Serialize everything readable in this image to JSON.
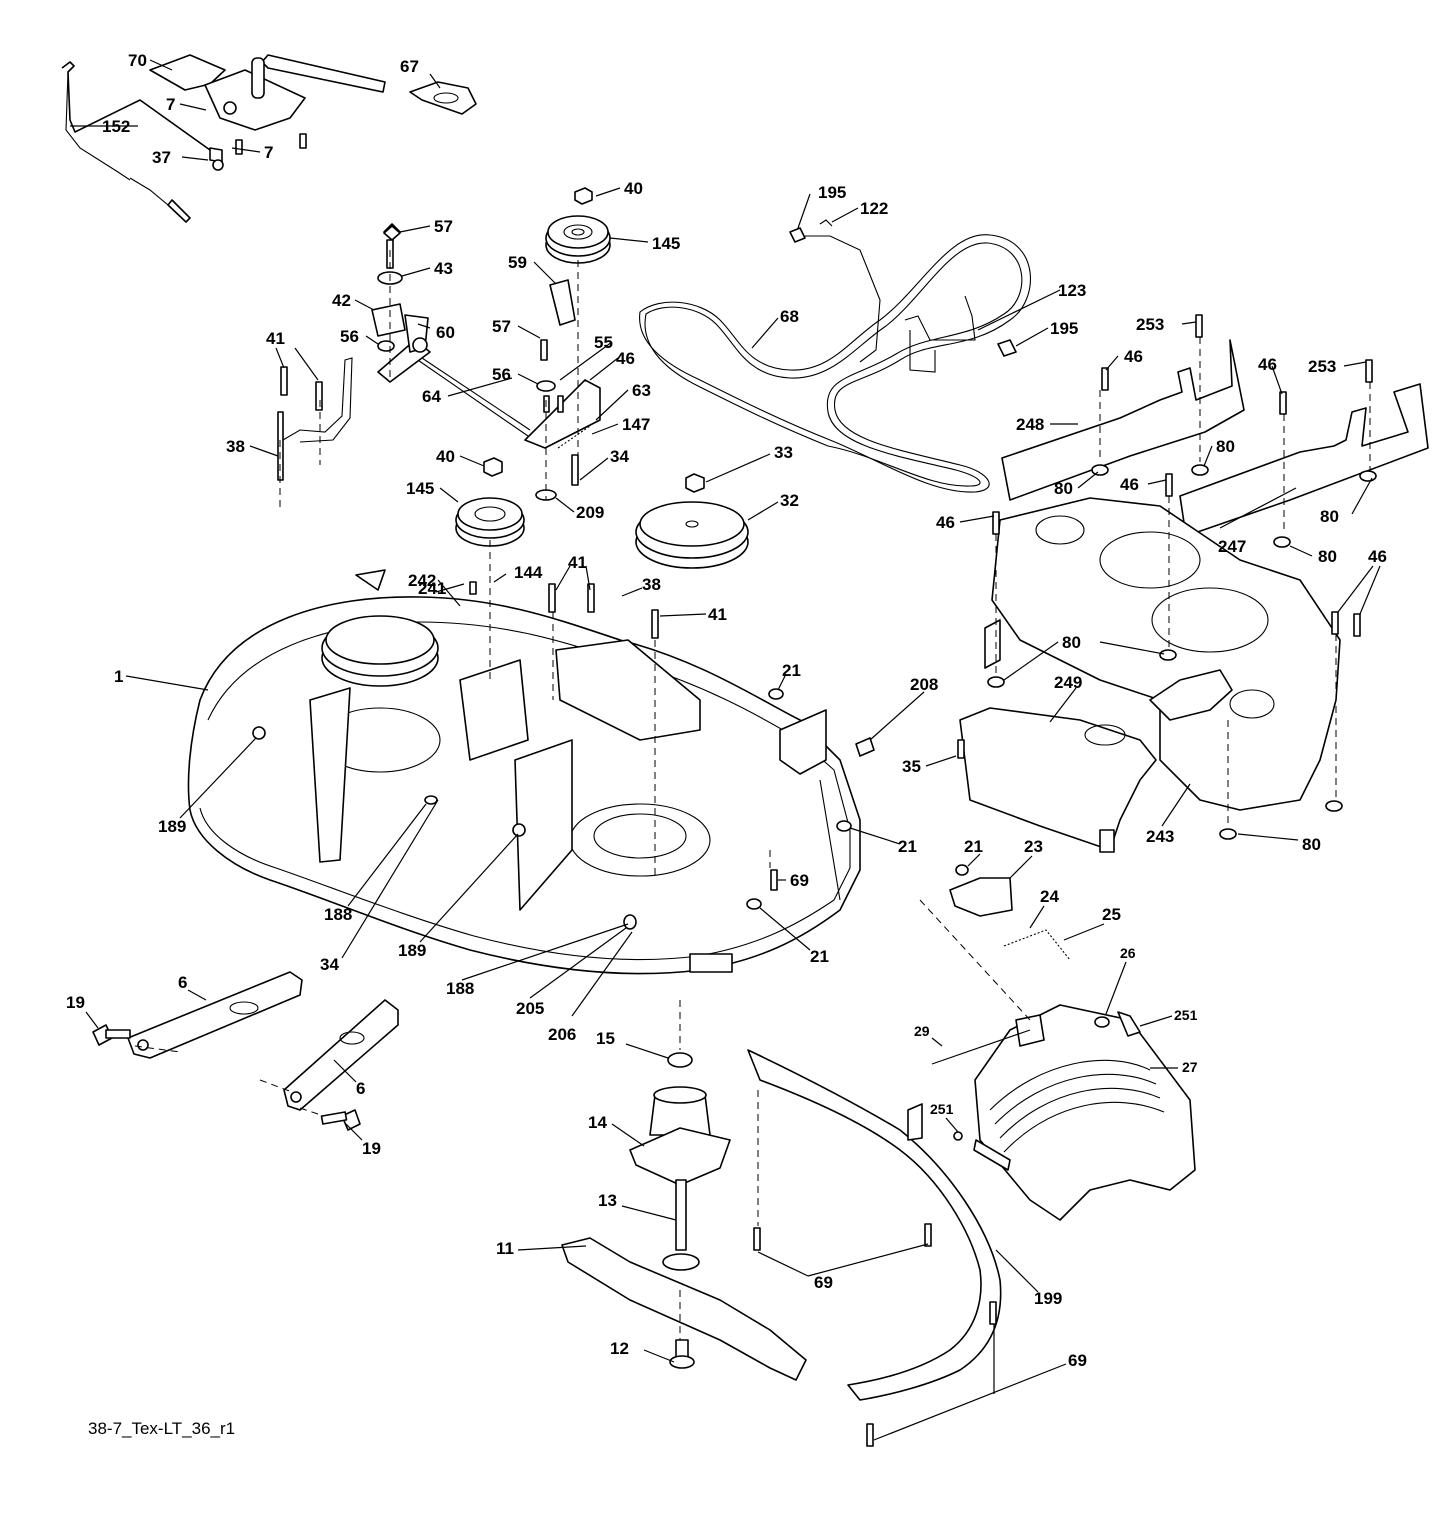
{
  "diagram": {
    "drawing_code": "38-7_Tex-LT_36_r1",
    "callouts": [
      {
        "id": "70",
        "text": "70"
      },
      {
        "id": "67",
        "text": "67"
      },
      {
        "id": "7a",
        "text": "7"
      },
      {
        "id": "7b",
        "text": "7"
      },
      {
        "id": "152",
        "text": "152"
      },
      {
        "id": "37",
        "text": "37"
      },
      {
        "id": "40a",
        "text": "40"
      },
      {
        "id": "145a",
        "text": "145"
      },
      {
        "id": "57a",
        "text": "57"
      },
      {
        "id": "43",
        "text": "43"
      },
      {
        "id": "42",
        "text": "42"
      },
      {
        "id": "60",
        "text": "60"
      },
      {
        "id": "56a",
        "text": "56"
      },
      {
        "id": "59",
        "text": "59"
      },
      {
        "id": "57b",
        "text": "57"
      },
      {
        "id": "55",
        "text": "55"
      },
      {
        "id": "56b",
        "text": "56"
      },
      {
        "id": "46a",
        "text": "46"
      },
      {
        "id": "63",
        "text": "63"
      },
      {
        "id": "64",
        "text": "64"
      },
      {
        "id": "147",
        "text": "147"
      },
      {
        "id": "41a",
        "text": "41"
      },
      {
        "id": "38a",
        "text": "38"
      },
      {
        "id": "34a",
        "text": "34"
      },
      {
        "id": "40b",
        "text": "40"
      },
      {
        "id": "145b",
        "text": "145"
      },
      {
        "id": "209",
        "text": "209"
      },
      {
        "id": "33",
        "text": "33"
      },
      {
        "id": "32",
        "text": "32"
      },
      {
        "id": "195a",
        "text": "195"
      },
      {
        "id": "122",
        "text": "122"
      },
      {
        "id": "68",
        "text": "68"
      },
      {
        "id": "123",
        "text": "123"
      },
      {
        "id": "195b",
        "text": "195"
      },
      {
        "id": "253a",
        "text": "253"
      },
      {
        "id": "46b",
        "text": "46"
      },
      {
        "id": "46c",
        "text": "46"
      },
      {
        "id": "253b",
        "text": "253"
      },
      {
        "id": "248",
        "text": "248"
      },
      {
        "id": "80a",
        "text": "80"
      },
      {
        "id": "80b",
        "text": "80"
      },
      {
        "id": "46d",
        "text": "46"
      },
      {
        "id": "80c",
        "text": "80"
      },
      {
        "id": "46e",
        "text": "46"
      },
      {
        "id": "247",
        "text": "247"
      },
      {
        "id": "80d",
        "text": "80"
      },
      {
        "id": "46f",
        "text": "46"
      },
      {
        "id": "80e",
        "text": "80"
      },
      {
        "id": "241",
        "text": "241"
      },
      {
        "id": "144",
        "text": "144"
      },
      {
        "id": "41b",
        "text": "41"
      },
      {
        "id": "242",
        "text": "242"
      },
      {
        "id": "38b",
        "text": "38"
      },
      {
        "id": "41c",
        "text": "41"
      },
      {
        "id": "1",
        "text": "1"
      },
      {
        "id": "21a",
        "text": "21"
      },
      {
        "id": "208",
        "text": "208"
      },
      {
        "id": "249",
        "text": "249"
      },
      {
        "id": "35",
        "text": "35"
      },
      {
        "id": "243",
        "text": "243"
      },
      {
        "id": "80f",
        "text": "80"
      },
      {
        "id": "189a",
        "text": "189"
      },
      {
        "id": "21b",
        "text": "21"
      },
      {
        "id": "69a",
        "text": "69"
      },
      {
        "id": "188a",
        "text": "188"
      },
      {
        "id": "34b",
        "text": "34"
      },
      {
        "id": "189b",
        "text": "189"
      },
      {
        "id": "21c",
        "text": "21"
      },
      {
        "id": "23",
        "text": "23"
      },
      {
        "id": "21d",
        "text": "21"
      },
      {
        "id": "24",
        "text": "24"
      },
      {
        "id": "25",
        "text": "25"
      },
      {
        "id": "188b",
        "text": "188"
      },
      {
        "id": "205",
        "text": "205"
      },
      {
        "id": "206",
        "text": "206"
      },
      {
        "id": "26",
        "text": "26"
      },
      {
        "id": "251a",
        "text": "251"
      },
      {
        "id": "19a",
        "text": "19"
      },
      {
        "id": "6a",
        "text": "6"
      },
      {
        "id": "15",
        "text": "15"
      },
      {
        "id": "29",
        "text": "29"
      },
      {
        "id": "27",
        "text": "27"
      },
      {
        "id": "6b",
        "text": "6"
      },
      {
        "id": "19b",
        "text": "19"
      },
      {
        "id": "14",
        "text": "14"
      },
      {
        "id": "251b",
        "text": "251"
      },
      {
        "id": "13",
        "text": "13"
      },
      {
        "id": "11",
        "text": "11"
      },
      {
        "id": "69b",
        "text": "69"
      },
      {
        "id": "199",
        "text": "199"
      },
      {
        "id": "12",
        "text": "12"
      },
      {
        "id": "69c",
        "text": "69"
      }
    ]
  }
}
